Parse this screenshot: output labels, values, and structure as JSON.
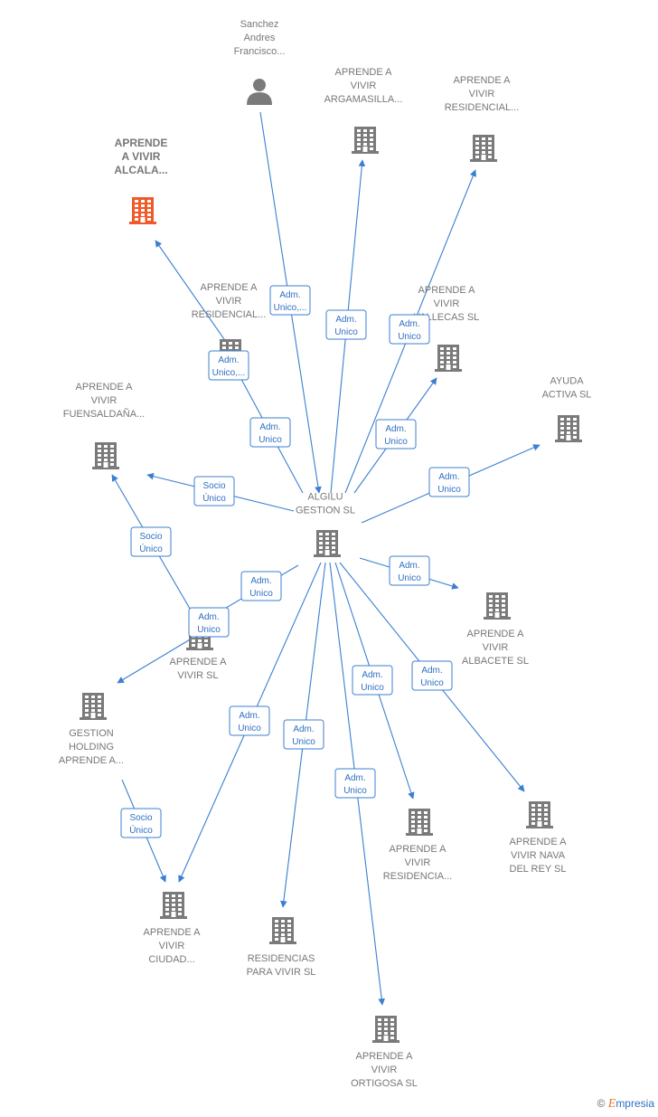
{
  "colors": {
    "edge": "#3b7fd1",
    "node": "#7a7a7a",
    "focus": "#f05a28"
  },
  "nodes": [
    {
      "id": "sanchez",
      "type": "person",
      "label": [
        "Sanchez",
        "Andres",
        "Francisco..."
      ]
    },
    {
      "id": "argamasilla",
      "type": "company",
      "label": [
        "APRENDE A",
        "VIVIR",
        "ARGAMASILLA..."
      ]
    },
    {
      "id": "residencial1",
      "type": "company",
      "label": [
        "APRENDE A",
        "VIVIR",
        "RESIDENCIAL..."
      ]
    },
    {
      "id": "alcala",
      "type": "company",
      "focus": true,
      "label": [
        "APRENDE",
        "A VIVIR",
        "ALCALA..."
      ]
    },
    {
      "id": "residencial2",
      "type": "company",
      "label": [
        "APRENDE A",
        "VIVIR",
        "RESIDENCIAL..."
      ]
    },
    {
      "id": "vallecas",
      "type": "company",
      "label": [
        "APRENDE A",
        "VIVIR",
        "VALLECAS  SL"
      ]
    },
    {
      "id": "ayuda",
      "type": "company",
      "label": [
        "AYUDA",
        "ACTIVA  SL"
      ]
    },
    {
      "id": "fuensaldana",
      "type": "company",
      "label": [
        "APRENDE A",
        "VIVIR",
        "FUENSALDAÑA..."
      ]
    },
    {
      "id": "algilu",
      "type": "company",
      "label": [
        "ALGILU",
        "GESTION  SL"
      ]
    },
    {
      "id": "vivirsl",
      "type": "company",
      "label": [
        "APRENDE A",
        "VIVIR SL"
      ]
    },
    {
      "id": "albacete",
      "type": "company",
      "label": [
        "APRENDE A",
        "VIVIR",
        "ALBACETE  SL"
      ]
    },
    {
      "id": "holding",
      "type": "company",
      "label": [
        "GESTION",
        "HOLDING",
        "APRENDE A..."
      ]
    },
    {
      "id": "residencia3",
      "type": "company",
      "label": [
        "APRENDE A",
        "VIVIR",
        "RESIDENCIA..."
      ]
    },
    {
      "id": "nava",
      "type": "company",
      "label": [
        "APRENDE A",
        "VIVIR NAVA",
        "DEL REY  SL"
      ]
    },
    {
      "id": "ciudad",
      "type": "company",
      "label": [
        "APRENDE A",
        "VIVIR",
        "CIUDAD..."
      ]
    },
    {
      "id": "residencias",
      "type": "company",
      "label": [
        "RESIDENCIAS",
        "PARA VIVIR  SL"
      ]
    },
    {
      "id": "ortigosa",
      "type": "company",
      "label": [
        "APRENDE A",
        "VIVIR",
        "ORTIGOSA  SL"
      ]
    }
  ],
  "edges": [
    {
      "from": "sanchez",
      "to": "algilu",
      "label": [
        "Adm.",
        "Unico,..."
      ]
    },
    {
      "from": "algilu",
      "to": "argamasilla",
      "label": [
        "Adm.",
        "Unico"
      ]
    },
    {
      "from": "algilu",
      "to": "residencial1",
      "label": [
        "Adm.",
        "Unico"
      ]
    },
    {
      "from": "residencial2",
      "to": "alcala",
      "label": [
        "Adm.",
        "Unico,..."
      ]
    },
    {
      "from": "algilu",
      "to": "residencial2",
      "label": [
        "Adm.",
        "Unico"
      ]
    },
    {
      "from": "algilu",
      "to": "vallecas",
      "label": [
        "Adm.",
        "Unico"
      ]
    },
    {
      "from": "algilu",
      "to": "ayuda",
      "label": [
        "Adm.",
        "Unico"
      ]
    },
    {
      "from": "algilu",
      "to": "fuensaldana",
      "label": [
        "Socio",
        "Único"
      ]
    },
    {
      "from": "vivirsl",
      "to": "fuensaldana",
      "label": [
        "Socio",
        "Único"
      ]
    },
    {
      "from": "algilu",
      "to": "vivirsl",
      "label": [
        "Adm.",
        "Unico"
      ]
    },
    {
      "from": "vivirsl",
      "to": "holding",
      "label": [
        "Adm.",
        "Unico"
      ]
    },
    {
      "from": "algilu",
      "to": "albacete",
      "label": [
        "Adm.",
        "Unico"
      ]
    },
    {
      "from": "algilu",
      "to": "ciudad",
      "label": [
        "Adm.",
        "Unico"
      ]
    },
    {
      "from": "algilu",
      "to": "residencias",
      "label": [
        "Adm.",
        "Unico"
      ]
    },
    {
      "from": "algilu",
      "to": "ortigosa",
      "label": [
        "Adm.",
        "Unico"
      ]
    },
    {
      "from": "algilu",
      "to": "residencia3",
      "label": [
        "Adm.",
        "Unico"
      ]
    },
    {
      "from": "algilu",
      "to": "nava",
      "label": [
        "Adm.",
        "Unico"
      ]
    },
    {
      "from": "holding",
      "to": "ciudad",
      "label": [
        "Socio",
        "Único"
      ]
    }
  ],
  "brand": {
    "copyright": "©",
    "first": "E",
    "rest": "mpresia"
  }
}
